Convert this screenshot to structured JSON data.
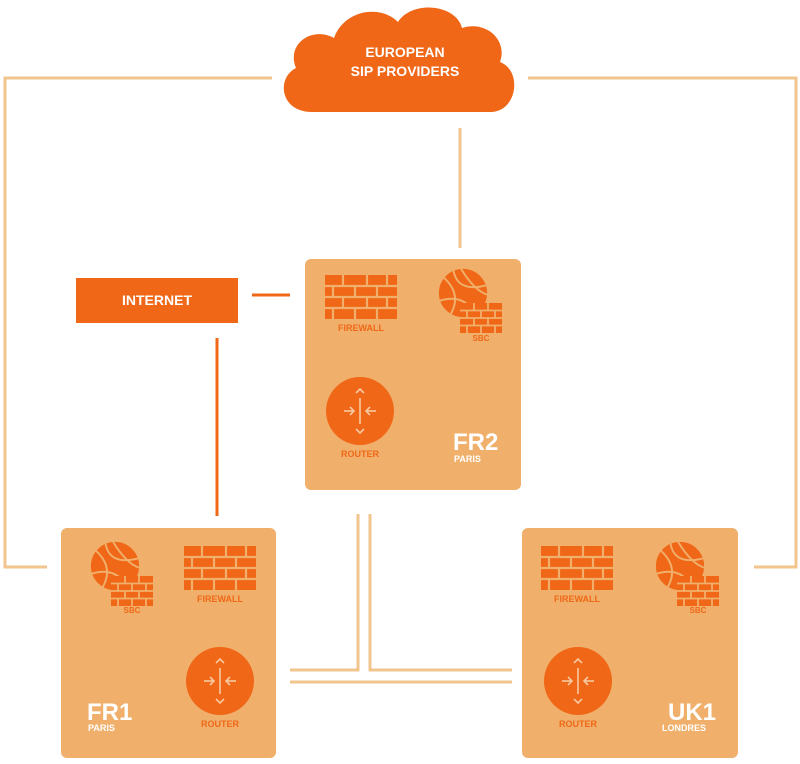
{
  "cloud": {
    "line1": "EUROPEAN",
    "line2": "SIP PROVIDERS"
  },
  "internet": {
    "label": "INTERNET"
  },
  "sites": {
    "fr2": {
      "code": "FR2",
      "city": "PARIS",
      "firewall": "FIREWALL",
      "sbc": "SBC",
      "router": "ROUTER"
    },
    "fr1": {
      "code": "FR1",
      "city": "PARIS",
      "firewall": "FIREWALL",
      "sbc": "SBC",
      "router": "ROUTER"
    },
    "uk1": {
      "code": "UK1",
      "city": "LONDRES",
      "firewall": "FIREWALL",
      "sbc": "SBC",
      "router": "ROUTER"
    }
  },
  "colors": {
    "accent": "#ef6717",
    "box": "#f0b06b",
    "box_border": "#eaa55a",
    "link": "#f2c48e",
    "white": "#ffffff"
  }
}
